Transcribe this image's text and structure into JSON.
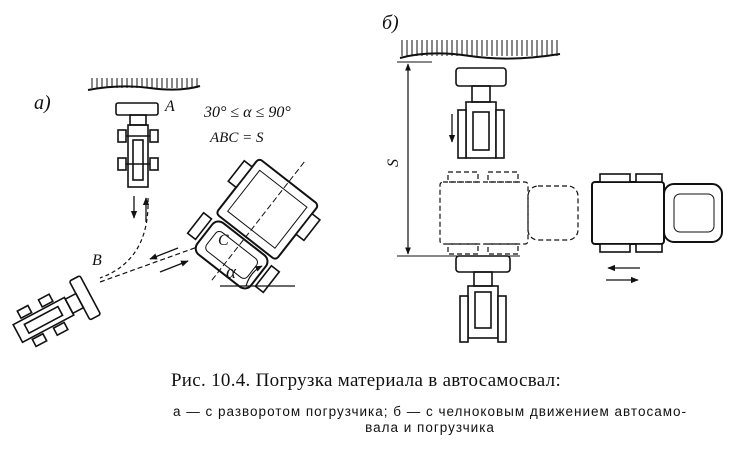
{
  "figure": {
    "panel_a_label": "а)",
    "panel_b_label": "б)",
    "condition_angle": "30° ≤ α ≤ 90°",
    "condition_path": "ABC = S",
    "point_a": "A",
    "point_b": "B",
    "point_c": "C",
    "angle_symbol": "α",
    "distance_label": "S"
  },
  "caption": {
    "title": "Рис. 10.4. Погрузка материала в автосамосвал:",
    "description_line1": "а — с разворотом погрузчика; б — с челноковым движением автосамо-",
    "description_line2": "вала и погрузчика"
  }
}
